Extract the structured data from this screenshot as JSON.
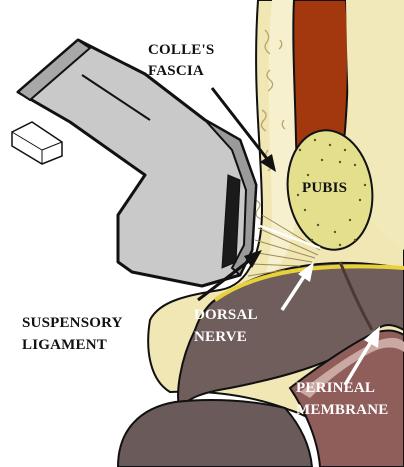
{
  "labels": {
    "colles_fascia_line1": "COLLE'S",
    "colles_fascia_line2": "FASCIA",
    "pubis": "PUBIS",
    "suspensory_line1": "SUSPENSORY",
    "suspensory_line2": "LIGAMENT",
    "dorsal_line1": "DORSAL",
    "dorsal_line2": "NERVE",
    "perineal_line1": "PERINEAL",
    "perineal_line2": "MEMBRANE"
  },
  "colors": {
    "fascia": "#f0e6b0",
    "pubis": "#e6e08e",
    "corpus": "#a3380f",
    "nerve": "#e8d23a",
    "tissue": "#6f5e5c",
    "bulb": "#8f5d5a",
    "probe": "#c9c9c9",
    "outline": "#111111"
  }
}
